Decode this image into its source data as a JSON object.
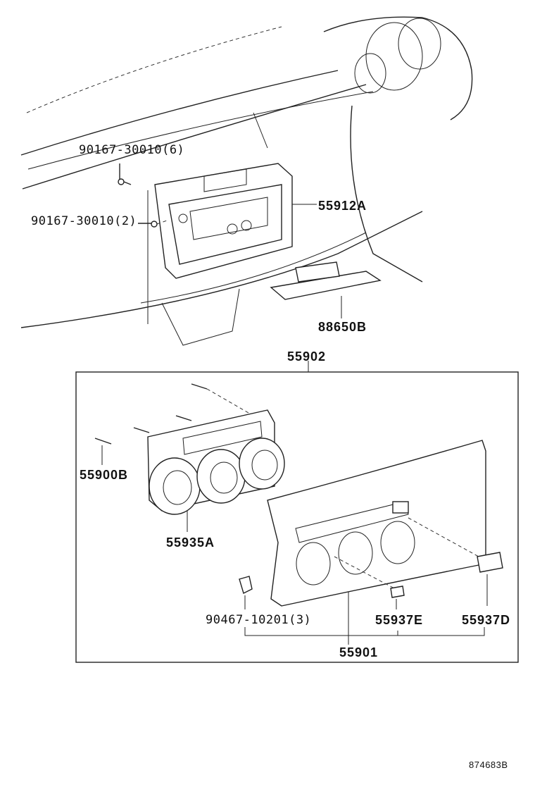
{
  "labels": {
    "screw_upper": "90167-30010(6)",
    "screw_lower": "90167-30010(2)",
    "bracket": "55912A",
    "board": "88650B",
    "assembly": "55902",
    "bolts": "55900B",
    "knob_unit": "55935A",
    "clip": "90467-10201(3)",
    "panel_part_e": "55937E",
    "panel_part_d": "55937D",
    "panel": "55901",
    "figure_id": "874683B"
  }
}
